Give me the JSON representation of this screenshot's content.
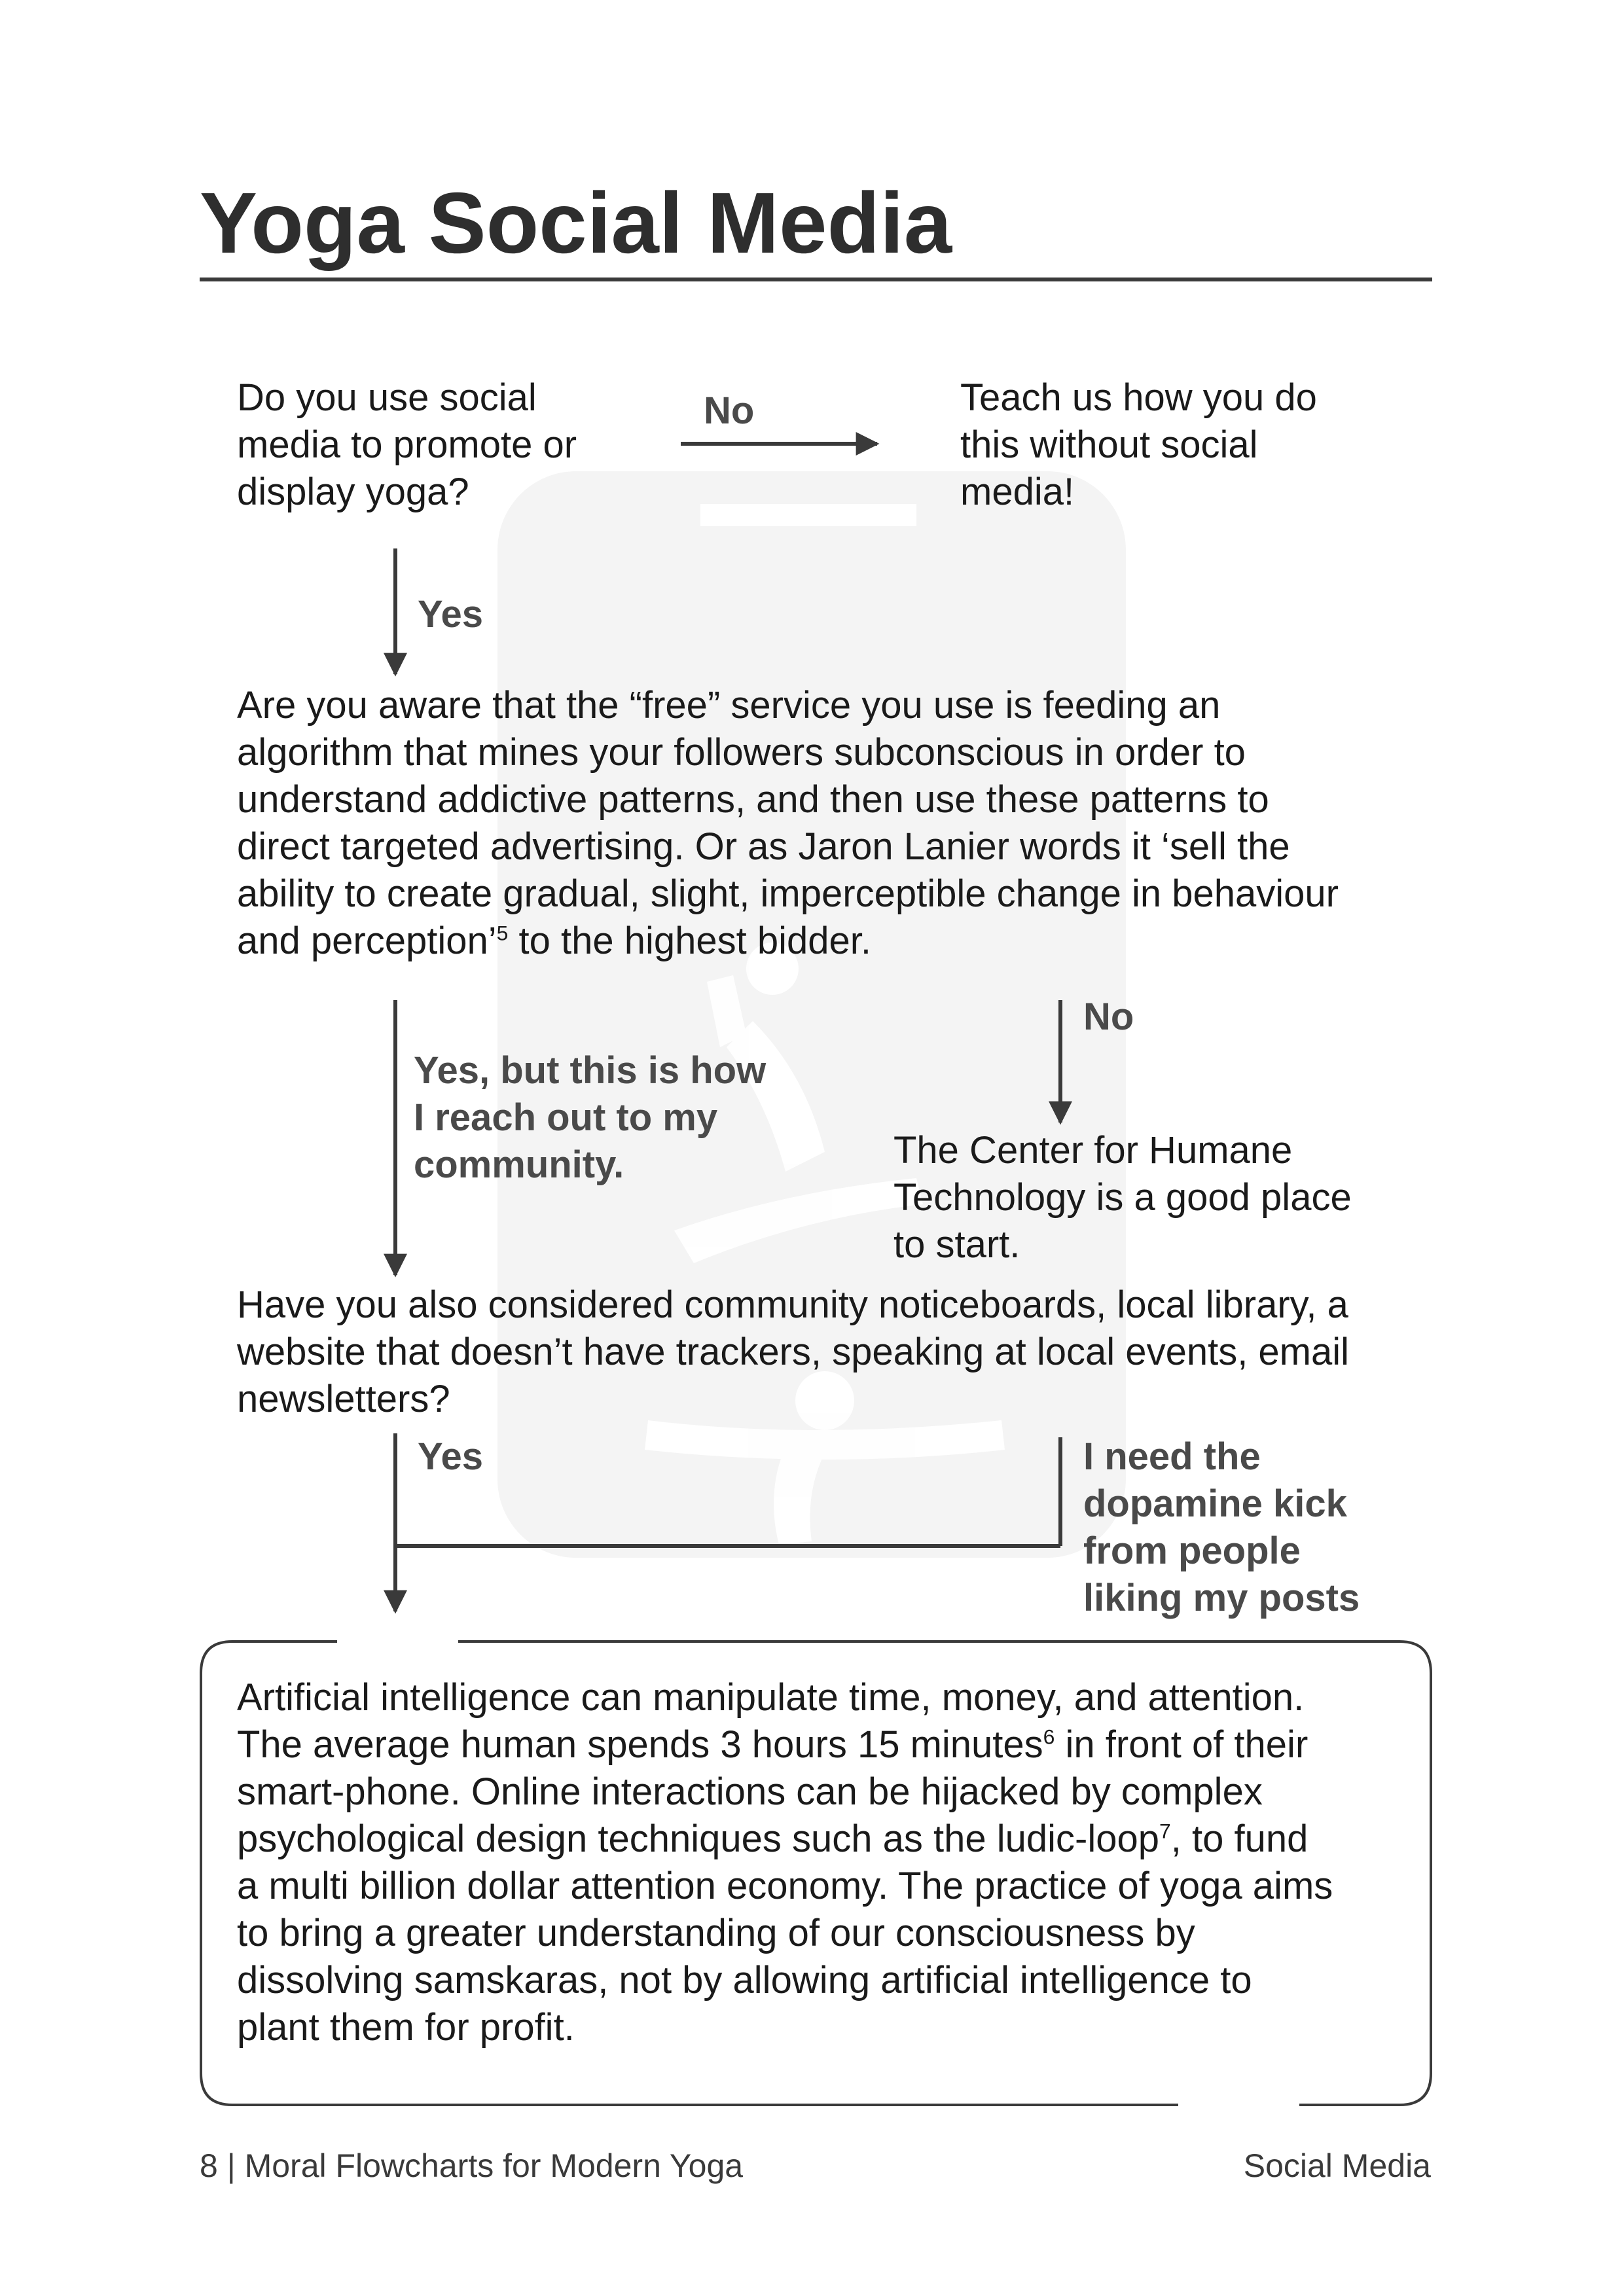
{
  "page": {
    "title": "Yoga Social Media",
    "footer_left": "8 | Moral Flowcharts for Modern Yoga",
    "footer_right": "Social Media"
  },
  "flowchart": {
    "q1": "Do you use social\nmedia to promote or\ndisplay yoga?",
    "q1_no_label": "No",
    "q1_no_answer": "Teach us how you do\nthis without social\nmedia!",
    "q1_yes_label": "Yes",
    "q2_text": "Are you aware that the “free” service you use is feeding an\nalgorithm that mines your followers subconscious in order to\nunderstand addictive patterns, and then use these patterns to\ndirect targeted advertising. Or as Jaron Lanier words it ‘sell the\nability to create gradual, slight, imperceptible change in behaviour\nand perception’",
    "q2_sup": "5",
    "q2_tail": " to the highest bidder.",
    "q2_yes_label": "Yes, but this is how\nI reach out to my\ncommunity.",
    "q2_no_label": "No",
    "q2_no_answer": "The Center for Humane\nTechnology is a good place\nto start.",
    "q3": "Have you also considered community noticeboards, local library, a\nwebsite that doesn’t have trackers, speaking at local events, email\nnewsletters?",
    "q3_yes_label": "Yes",
    "q3_other_label": "I need the\ndopamine kick\nfrom people\nliking my posts",
    "box_part1": "Artificial intelligence can manipulate time, money, and attention.\nThe average human spends 3 hours 15 minutes",
    "box_sup1": "6",
    "box_part2": " in front of their\nsmart-phone. Online interactions can be hijacked by complex\npsychological design techniques such as the ludic-loop",
    "box_sup2": "7",
    "box_part3": ", to fund\na multi billion dollar attention economy. The practice of yoga aims\nto bring a greater understanding of our consciousness by\ndissolving samskaras, not by allowing artificial intelligence to\nplant them for profit."
  },
  "colors": {
    "text": "#1a1a1a",
    "label": "#4a4a4a",
    "line": "#3a3a3a",
    "watermark": "#f4f4f4"
  },
  "icons": [
    "phone-watermark",
    "yoga-figure-icon",
    "arrow-down-icon",
    "arrow-right-icon"
  ]
}
